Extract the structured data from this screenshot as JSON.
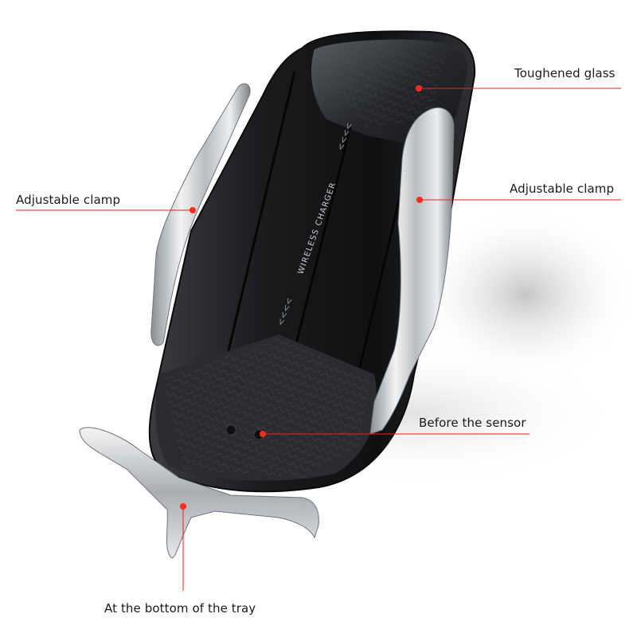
{
  "product": {
    "imprint_text": "WIRELESS CHARGER"
  },
  "callouts": {
    "toughened_glass": "Toughened glass",
    "adjustable_clamp_left": "Adjustable clamp",
    "adjustable_clamp_right": "Adjustable clamp",
    "before_sensor": "Before the sensor",
    "tray_bottom": "At the bottom of the tray"
  },
  "colors": {
    "leader_line": "#e8231e",
    "marker_dot": "#ff2a1f",
    "label_text": "#1a1a1a",
    "phone_body": "#1b1c1e",
    "clamp_chrome": "#c9cccf"
  }
}
